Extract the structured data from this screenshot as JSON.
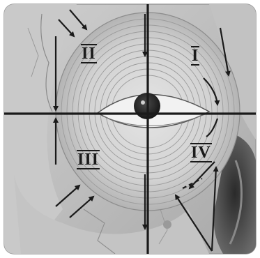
{
  "figure": {
    "quadrants": [
      {
        "id": "q1",
        "label": "I"
      },
      {
        "id": "q2",
        "label": "II"
      },
      {
        "id": "q3",
        "label": "III"
      },
      {
        "id": "q4",
        "label": "IV"
      }
    ]
  }
}
